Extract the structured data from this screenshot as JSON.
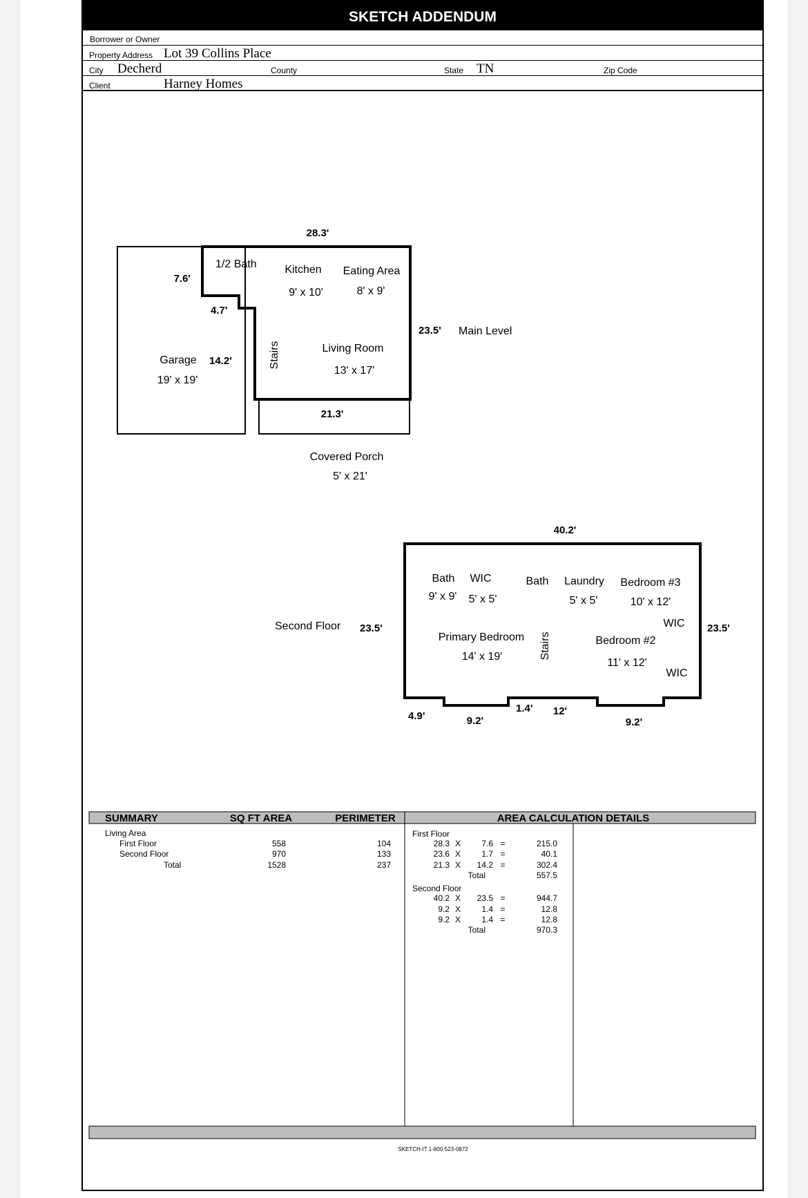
{
  "header": {
    "title": "SKETCH ADDENDUM"
  },
  "fields": {
    "borrower_label": "Borrower or Owner",
    "property_label": "Property Address",
    "property_value": "Lot 39 Collins Place",
    "city_label": "City",
    "city_value": "Decherd",
    "county_label": "County",
    "state_label": "State",
    "state_value": "TN",
    "zip_label": "Zip Code",
    "client_label": "Client",
    "client_value": "Harney Homes"
  },
  "main_level": {
    "label": "Main Level",
    "dims": {
      "top": "28.3'",
      "right": "23.5'",
      "bottom": "21.3'",
      "left_top": "7.6'",
      "step": "4.7'",
      "left_mid": "14.2'"
    },
    "rooms": [
      {
        "name": "1/2 Bath",
        "size": ""
      },
      {
        "name": "Kitchen",
        "size": "9' x 10'"
      },
      {
        "name": "Eating Area",
        "size": "8' x 9'"
      },
      {
        "name": "Living Room",
        "size": "13' x 17'"
      },
      {
        "name": "Stairs",
        "size": ""
      },
      {
        "name": "Garage",
        "size": "19' x 19'"
      },
      {
        "name": "Covered Porch",
        "size": "5' x 21'"
      }
    ]
  },
  "second_floor": {
    "label": "Second Floor",
    "dims": {
      "top": "40.2'",
      "left": "23.5'",
      "right": "23.5'",
      "b1": "4.9'",
      "b2": "9.2'",
      "b3": "1.4'",
      "b4": "12'",
      "b5": "9.2'"
    },
    "rooms": [
      {
        "name": "Bath",
        "size": "9' x 9'"
      },
      {
        "name": "WIC",
        "size": "5' x 5'"
      },
      {
        "name": "Bath",
        "size": ""
      },
      {
        "name": "Laundry",
        "size": "5' x 5'"
      },
      {
        "name": "Bedroom #3",
        "size": "10' x 12'"
      },
      {
        "name": "Primary Bedroom",
        "size": "14' x 19'"
      },
      {
        "name": "Stairs",
        "size": ""
      },
      {
        "name": "WIC",
        "size": ""
      },
      {
        "name": "Bedroom #2",
        "size": "11' x 12'"
      },
      {
        "name": "WIC",
        "size": ""
      }
    ]
  },
  "summary": {
    "headers": {
      "summary": "SUMMARY",
      "area": "SQ FT AREA",
      "perimeter": "PERIMETER",
      "details": "AREA CALCULATION DETAILS"
    },
    "group": "Living Area",
    "rows": [
      {
        "label": "First Floor",
        "area": "558",
        "perimeter": "104"
      },
      {
        "label": "Second Floor",
        "area": "970",
        "perimeter": "133"
      },
      {
        "label": "Total",
        "area": "1528",
        "perimeter": "237"
      }
    ]
  },
  "calc": {
    "first_floor": {
      "title": "First Floor",
      "lines": [
        {
          "a": "28.3",
          "op": "X",
          "b": "7.6",
          "eq": "=",
          "r": "215.0"
        },
        {
          "a": "23.6",
          "op": "X",
          "b": "1.7",
          "eq": "=",
          "r": "40.1"
        },
        {
          "a": "21.3",
          "op": "X",
          "b": "14.2",
          "eq": "=",
          "r": "302.4"
        }
      ],
      "total_label": "Total",
      "total": "557.5"
    },
    "second_floor": {
      "title": "Second Floor",
      "lines": [
        {
          "a": "40.2",
          "op": "X",
          "b": "23.5",
          "eq": "=",
          "r": "944.7"
        },
        {
          "a": "9.2",
          "op": "X",
          "b": "1.4",
          "eq": "=",
          "r": "12.8"
        },
        {
          "a": "9.2",
          "op": "X",
          "b": "1.4",
          "eq": "=",
          "r": "12.8"
        }
      ],
      "total_label": "Total",
      "total": "970.3"
    }
  },
  "footer": {
    "text": "SKETCH-IT 1-800-523-0872"
  }
}
